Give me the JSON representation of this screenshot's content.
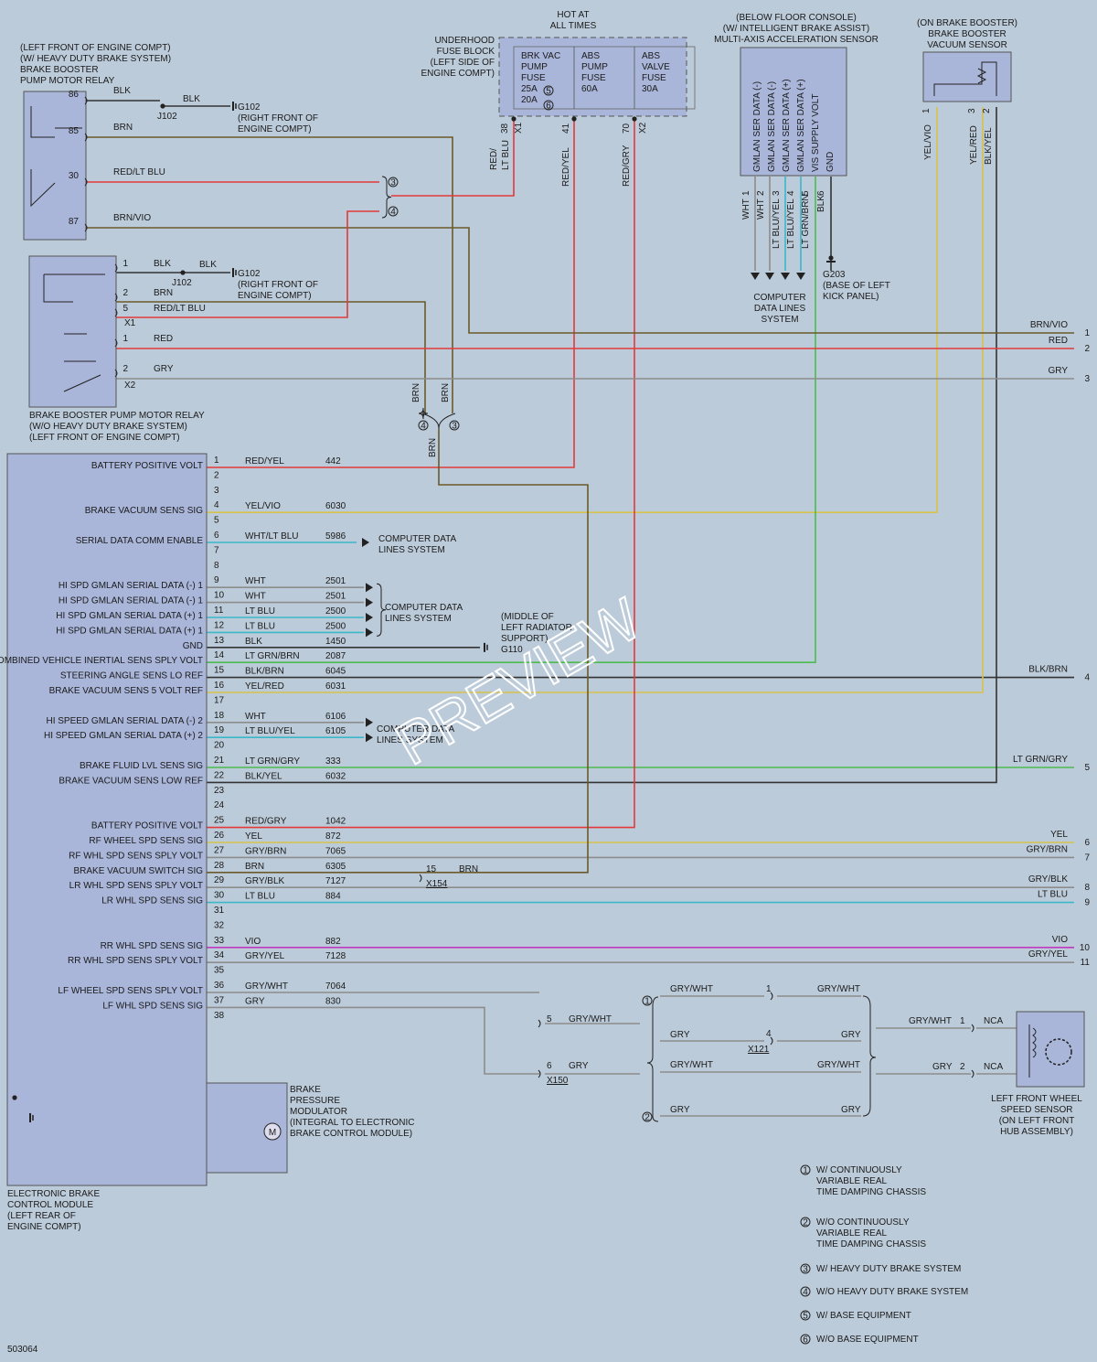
{
  "notes": {
    "relay_hd": [
      "(LEFT FRONT OF ENGINE COMPT)",
      "(W/ HEAVY DUTY BRAKE SYSTEM)",
      "BRAKE BOOSTER",
      "PUMP MOTOR RELAY"
    ],
    "relay_wo": [
      "BRAKE BOOSTER PUMP MOTOR RELAY",
      "(W/O HEAVY DUTY BRAKE SYSTEM)",
      "(LEFT FRONT OF ENGINE COMPT)"
    ],
    "hot": [
      "HOT AT",
      "ALL TIMES"
    ],
    "fuse_block": [
      "UNDERHOOD",
      "FUSE BLOCK",
      "(LEFT SIDE OF",
      "ENGINE COMPT)"
    ],
    "accel": [
      "(BELOW FLOOR CONSOLE)",
      "(W/ INTELLIGENT BRAKE ASSIST)",
      "MULTI-AXIS ACCELERATION SENSOR"
    ],
    "vac_sensor": [
      "(ON BRAKE BOOSTER)",
      "BRAKE BOOSTER",
      "VACUUM SENSOR"
    ],
    "g102": [
      "G102",
      "(RIGHT FRONT OF",
      "ENGINE COMPT)"
    ],
    "g203": [
      "G203",
      "(BASE OF LEFT",
      "KICK PANEL)"
    ],
    "g110": [
      "(MIDDLE OF",
      "LEFT RADIATOR",
      "SUPPORT)",
      "G110"
    ],
    "cdl": [
      "COMPUTER",
      "DATA LINES",
      "SYSTEM"
    ],
    "cdl2": [
      "COMPUTER DATA",
      "LINES SYSTEM"
    ],
    "ebcm": [
      "ELECTRONIC BRAKE",
      "CONTROL MODULE",
      "(LEFT REAR OF",
      "ENGINE COMPT)"
    ],
    "modulator": [
      "BRAKE",
      "PRESSURE",
      "MODULATOR",
      "(INTEGRAL TO ELECTRONIC",
      "BRAKE CONTROL MODULE)"
    ],
    "wheel_sensor": [
      "LEFT FRONT WHEEL",
      "SPEED SENSOR",
      "(ON LEFT FRONT",
      "HUB ASSEMBLY)"
    ],
    "doc_id": "503064",
    "watermark": "PREVIEW"
  },
  "fuses": [
    {
      "label": [
        "BRK VAC",
        "PUMP",
        "FUSE",
        "25A",
        "20A"
      ]
    },
    {
      "label": [
        "ABS",
        "PUMP",
        "FUSE",
        "60A"
      ]
    },
    {
      "label": [
        "ABS",
        "VALVE",
        "FUSE",
        "30A"
      ]
    }
  ],
  "fuse_pins": [
    "38",
    "X1",
    "41",
    "70",
    "X2"
  ],
  "fuse_wires": [
    "RED/",
    "LT BLU",
    "RED/YEL",
    "RED/GRY"
  ],
  "accel_pins": [
    "GMLAN SER DATA (-)",
    "GMLAN SER DATA (-)",
    "GMLAN SER DATA (+)",
    "GMLAN SER DATA (+)",
    "VIS SUPPLY VOLT",
    "GND"
  ],
  "accel_wires": [
    "WHT",
    "1",
    "WHT",
    "2",
    "LT BLU/YEL",
    "3",
    "LT BLU/YEL",
    "4",
    "LT GRN/BRN",
    "5",
    "BLK",
    "6"
  ],
  "vac_wires": [
    "YEL/VIO",
    "1",
    "YEL/RED",
    "3",
    "BLK/YEL",
    "2"
  ],
  "relay_hd_pins": [
    {
      "num": "86",
      "wire": "BLK"
    },
    {
      "num": "85",
      "wire": "BRN"
    },
    {
      "num": "30",
      "wire": "RED/LT BLU"
    },
    {
      "num": "87",
      "wire": "BRN/VIO"
    }
  ],
  "relay_wo_pins": [
    {
      "num": "1",
      "wire": "BLK"
    },
    {
      "num": "2",
      "wire": "BRN"
    },
    {
      "num": "5",
      "wire": "RED/LT BLU"
    },
    {
      "num": "1",
      "wire": "RED"
    },
    {
      "num": "2",
      "wire": "GRY"
    }
  ],
  "relay_wo_conn": [
    "X1",
    "X2"
  ],
  "misc": {
    "blk": "BLK",
    "j102": "J102",
    "brn": "BRN",
    "x121": "X121",
    "x150": "X150",
    "x154": "X154",
    "nca": "NCA",
    "p15": "15"
  },
  "ebcm_pins": [
    {
      "pin": "1",
      "label": "BATTERY POSITIVE VOLT",
      "wire": "RED/YEL",
      "circuit": "442"
    },
    {
      "pin": "2",
      "label": "",
      "wire": "",
      "circuit": ""
    },
    {
      "pin": "3",
      "label": "",
      "wire": "",
      "circuit": ""
    },
    {
      "pin": "4",
      "label": "BRAKE VACUUM SENS SIG",
      "wire": "YEL/VIO",
      "circuit": "6030"
    },
    {
      "pin": "5",
      "label": "",
      "wire": "",
      "circuit": ""
    },
    {
      "pin": "6",
      "label": "SERIAL DATA COMM ENABLE",
      "wire": "WHT/LT BLU",
      "circuit": "5986"
    },
    {
      "pin": "7",
      "label": "",
      "wire": "",
      "circuit": ""
    },
    {
      "pin": "8",
      "label": "",
      "wire": "",
      "circuit": ""
    },
    {
      "pin": "9",
      "label": "HI SPD GMLAN SERIAL DATA (-) 1",
      "wire": "WHT",
      "circuit": "2501"
    },
    {
      "pin": "10",
      "label": "HI SPD GMLAN SERIAL DATA (-) 1",
      "wire": "WHT",
      "circuit": "2501"
    },
    {
      "pin": "11",
      "label": "HI SPD GMLAN SERIAL DATA (+) 1",
      "wire": "LT BLU",
      "circuit": "2500"
    },
    {
      "pin": "12",
      "label": "HI SPD GMLAN SERIAL DATA (+) 1",
      "wire": "LT BLU",
      "circuit": "2500"
    },
    {
      "pin": "13",
      "label": "GND",
      "wire": "BLK",
      "circuit": "1450"
    },
    {
      "pin": "14",
      "label": "COMBINED VEHICLE INERTIAL SENS SPLY VOLT",
      "wire": "LT GRN/BRN",
      "circuit": "2087"
    },
    {
      "pin": "15",
      "label": "STEERING ANGLE SENS LO REF",
      "wire": "BLK/BRN",
      "circuit": "6045"
    },
    {
      "pin": "16",
      "label": "BRAKE VACUUM SENS 5 VOLT REF",
      "wire": "YEL/RED",
      "circuit": "6031"
    },
    {
      "pin": "17",
      "label": "",
      "wire": "",
      "circuit": ""
    },
    {
      "pin": "18",
      "label": "HI SPEED GMLAN SERIAL DATA (-) 2",
      "wire": "WHT",
      "circuit": "6106"
    },
    {
      "pin": "19",
      "label": "HI SPEED GMLAN SERIAL DATA (+) 2",
      "wire": "LT BLU/YEL",
      "circuit": "6105"
    },
    {
      "pin": "20",
      "label": "",
      "wire": "",
      "circuit": ""
    },
    {
      "pin": "21",
      "label": "BRAKE FLUID LVL SENS SIG",
      "wire": "LT GRN/GRY",
      "circuit": "333"
    },
    {
      "pin": "22",
      "label": "BRAKE VACUUM SENS LOW REF",
      "wire": "BLK/YEL",
      "circuit": "6032"
    },
    {
      "pin": "23",
      "label": "",
      "wire": "",
      "circuit": ""
    },
    {
      "pin": "24",
      "label": "",
      "wire": "",
      "circuit": ""
    },
    {
      "pin": "25",
      "label": "BATTERY POSITIVE VOLT",
      "wire": "RED/GRY",
      "circuit": "1042"
    },
    {
      "pin": "26",
      "label": "RF WHEEL SPD SENS SIG",
      "wire": "YEL",
      "circuit": "872"
    },
    {
      "pin": "27",
      "label": "RF WHL SPD SENS SPLY VOLT",
      "wire": "GRY/BRN",
      "circuit": "7065"
    },
    {
      "pin": "28",
      "label": "BRAKE VACUUM SWITCH SIG",
      "wire": "BRN",
      "circuit": "6305"
    },
    {
      "pin": "29",
      "label": "LR WHL SPD SENS SPLY VOLT",
      "wire": "GRY/BLK",
      "circuit": "7127"
    },
    {
      "pin": "30",
      "label": "LR WHL SPD SENS SIG",
      "wire": "LT BLU",
      "circuit": "884"
    },
    {
      "pin": "31",
      "label": "",
      "wire": "",
      "circuit": ""
    },
    {
      "pin": "32",
      "label": "",
      "wire": "",
      "circuit": ""
    },
    {
      "pin": "33",
      "label": "RR WHL SPD SENS SIG",
      "wire": "VIO",
      "circuit": "882"
    },
    {
      "pin": "34",
      "label": "RR WHL SPD SENS SPLY VOLT",
      "wire": "GRY/YEL",
      "circuit": "7128"
    },
    {
      "pin": "35",
      "label": "",
      "wire": "",
      "circuit": ""
    },
    {
      "pin": "36",
      "label": "LF WHEEL SPD SENS SPLY VOLT",
      "wire": "GRY/WHT",
      "circuit": "7064"
    },
    {
      "pin": "37",
      "label": "LF WHL SPD SENS SIG",
      "wire": "GRY",
      "circuit": "830"
    },
    {
      "pin": "38",
      "label": "",
      "wire": "",
      "circuit": ""
    }
  ],
  "right_exits": [
    {
      "num": "1",
      "wire": "BRN/VIO"
    },
    {
      "num": "2",
      "wire": "RED"
    },
    {
      "num": "3",
      "wire": "GRY"
    },
    {
      "num": "4",
      "wire": "BLK/BRN"
    },
    {
      "num": "5",
      "wire": "LT GRN/GRY"
    },
    {
      "num": "6",
      "wire": "YEL"
    },
    {
      "num": "7",
      "wire": "GRY/BRN"
    },
    {
      "num": "8",
      "wire": "GRY/BLK"
    },
    {
      "num": "9",
      "wire": "LT BLU"
    },
    {
      "num": "10",
      "wire": "VIO"
    },
    {
      "num": "11",
      "wire": "GRY/YEL"
    }
  ],
  "wheel_wiring": {
    "c5": "5",
    "c6": "6",
    "c1": "1",
    "c4": "4",
    "s1": "1",
    "s2": "2",
    "gry_wht": "GRY/WHT",
    "gry": "GRY"
  },
  "legend": [
    {
      "num": "1",
      "text": [
        "W/ CONTINUOUSLY",
        "VARIABLE REAL",
        "TIME DAMPING CHASSIS"
      ]
    },
    {
      "num": "2",
      "text": [
        "W/O CONTINUOUSLY",
        "VARIABLE REAL",
        "TIME DAMPING CHASSIS"
      ]
    },
    {
      "num": "3",
      "text": [
        "W/ HEAVY DUTY BRAKE SYSTEM"
      ]
    },
    {
      "num": "4",
      "text": [
        "W/O HEAVY DUTY BRAKE SYSTEM"
      ]
    },
    {
      "num": "5",
      "text": [
        "W/ BASE EQUIPMENT"
      ]
    },
    {
      "num": "6",
      "text": [
        "W/O BASE EQUIPMENT"
      ]
    }
  ],
  "colors": {
    "background": "#bccbd9",
    "component": "#a9b6d9",
    "ink": "#222222",
    "red": "#e23a3a",
    "yellow": "#d8c14a",
    "green": "#4cbb4f",
    "cyan": "#3ab7c8",
    "brown": "#6b5a2b",
    "violet": "#c03ac0",
    "gray": "#8c8c8c",
    "black": "#333333"
  }
}
